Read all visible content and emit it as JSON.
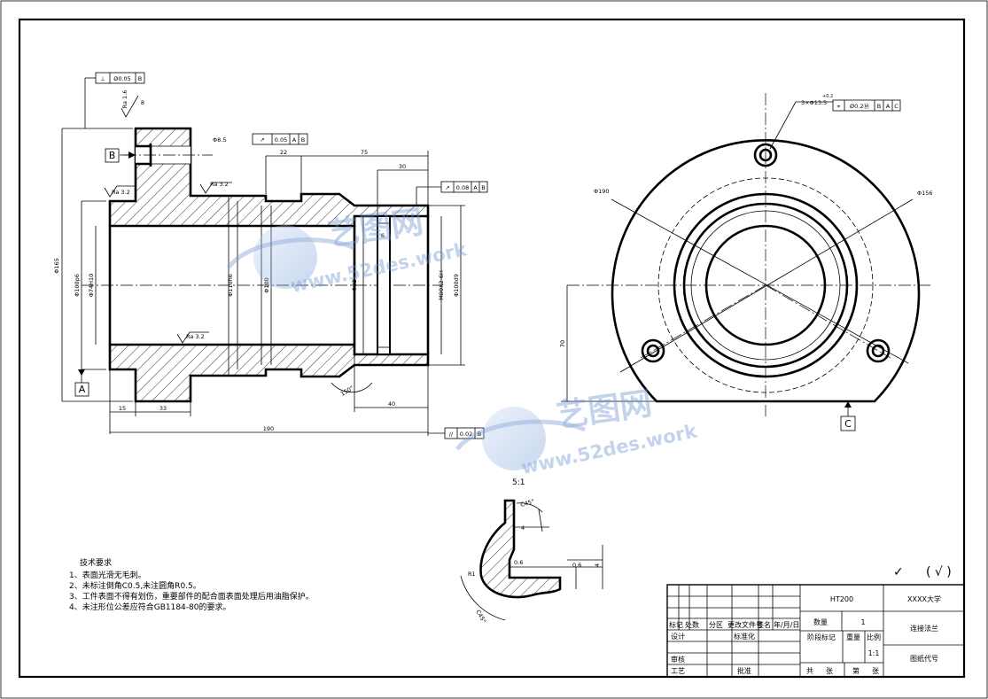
{
  "watermark": {
    "brand": "艺图网",
    "url": "www.52des.work",
    "color": "#6f95d2"
  },
  "datums": {
    "a": "A",
    "b": "B",
    "c": "C"
  },
  "tolerance_frames": {
    "perp": {
      "symbol": "⊥",
      "value": "Ø0.05",
      "datum": "B"
    },
    "runout1": {
      "symbol": "↗",
      "value": "0.05",
      "datum1": "A",
      "datum2": "B"
    },
    "runout2": {
      "symbol": "↗",
      "value": "0.08",
      "datum1": "A",
      "datum2": "B"
    },
    "runout3": {
      "symbol": "//",
      "value": "0.02",
      "datum": "B"
    },
    "position": {
      "symbol": "⌖",
      "value": "Ø0.2Ⓜ",
      "datum1": "B",
      "datum2": "A",
      "datum3": "C"
    }
  },
  "dimensions": {
    "phi165": "Φ165",
    "phi100p6": "Φ100p6",
    "phi74": "Φ74H10",
    "phi110": "Φ110h6",
    "phi100": "Φ100",
    "phi82": "Φ82",
    "m80": "M80X2-6H",
    "phi100d9": "Φ100d9",
    "phi8_5": "Φ8.5",
    "d6": "6",
    "d8": "8",
    "d22": "22",
    "d75": "75",
    "d30": "30",
    "d15": "15",
    "d33": "33",
    "d40": "40",
    "d190": "190",
    "ang150": "150°",
    "ra16": "Ra 1.6",
    "ra32a": "Ra 3.2",
    "ra32b": "Ra 3.2",
    "ra32c": "Ra 3.2",
    "holes": "3×Φ13.5",
    "holes_sup": "+0.2",
    "phi190": "Φ190",
    "phi156": "Φ156",
    "d70": "70"
  },
  "detail": {
    "scale": "5:1",
    "chamfer1": "C45°",
    "d4": "4",
    "d06a": "0.6",
    "d06b": "0.6",
    "d4b": "4",
    "r1": "R1",
    "chamfer2": "C45°"
  },
  "tech_requirements": {
    "title": "技术要求",
    "items": [
      "1、表面光滑无毛刺。",
      "2、未标注倒角C0.5,未注圆角R0.5。",
      "3、工件表面不得有划伤，重要部件的配合面表面处理后用油脂保护。",
      "4、未注形位公差应符合GB1184-80的要求。"
    ]
  },
  "surface_marks": {
    "check": "✓",
    "paren": "( √ )"
  },
  "title_block": {
    "material": "HT200",
    "school": "XXXX大学",
    "part_name": "连接法兰",
    "drawing_no": "图纸代号",
    "mark": "标记",
    "count": "处数",
    "zone": "分区",
    "doc_no": "更改文件号",
    "sign": "签名",
    "date": "年/月/日",
    "quantity": "数量",
    "quantity_val": "1",
    "design": "设计",
    "standard": "标准化",
    "stage": "阶段标记",
    "weight": "重量",
    "ratio": "比例",
    "scale_val": "1:1",
    "check": "审核",
    "process": "工艺",
    "approve": "批准",
    "total": "共",
    "sheets": "张",
    "no": "第",
    "sheet": "张"
  }
}
